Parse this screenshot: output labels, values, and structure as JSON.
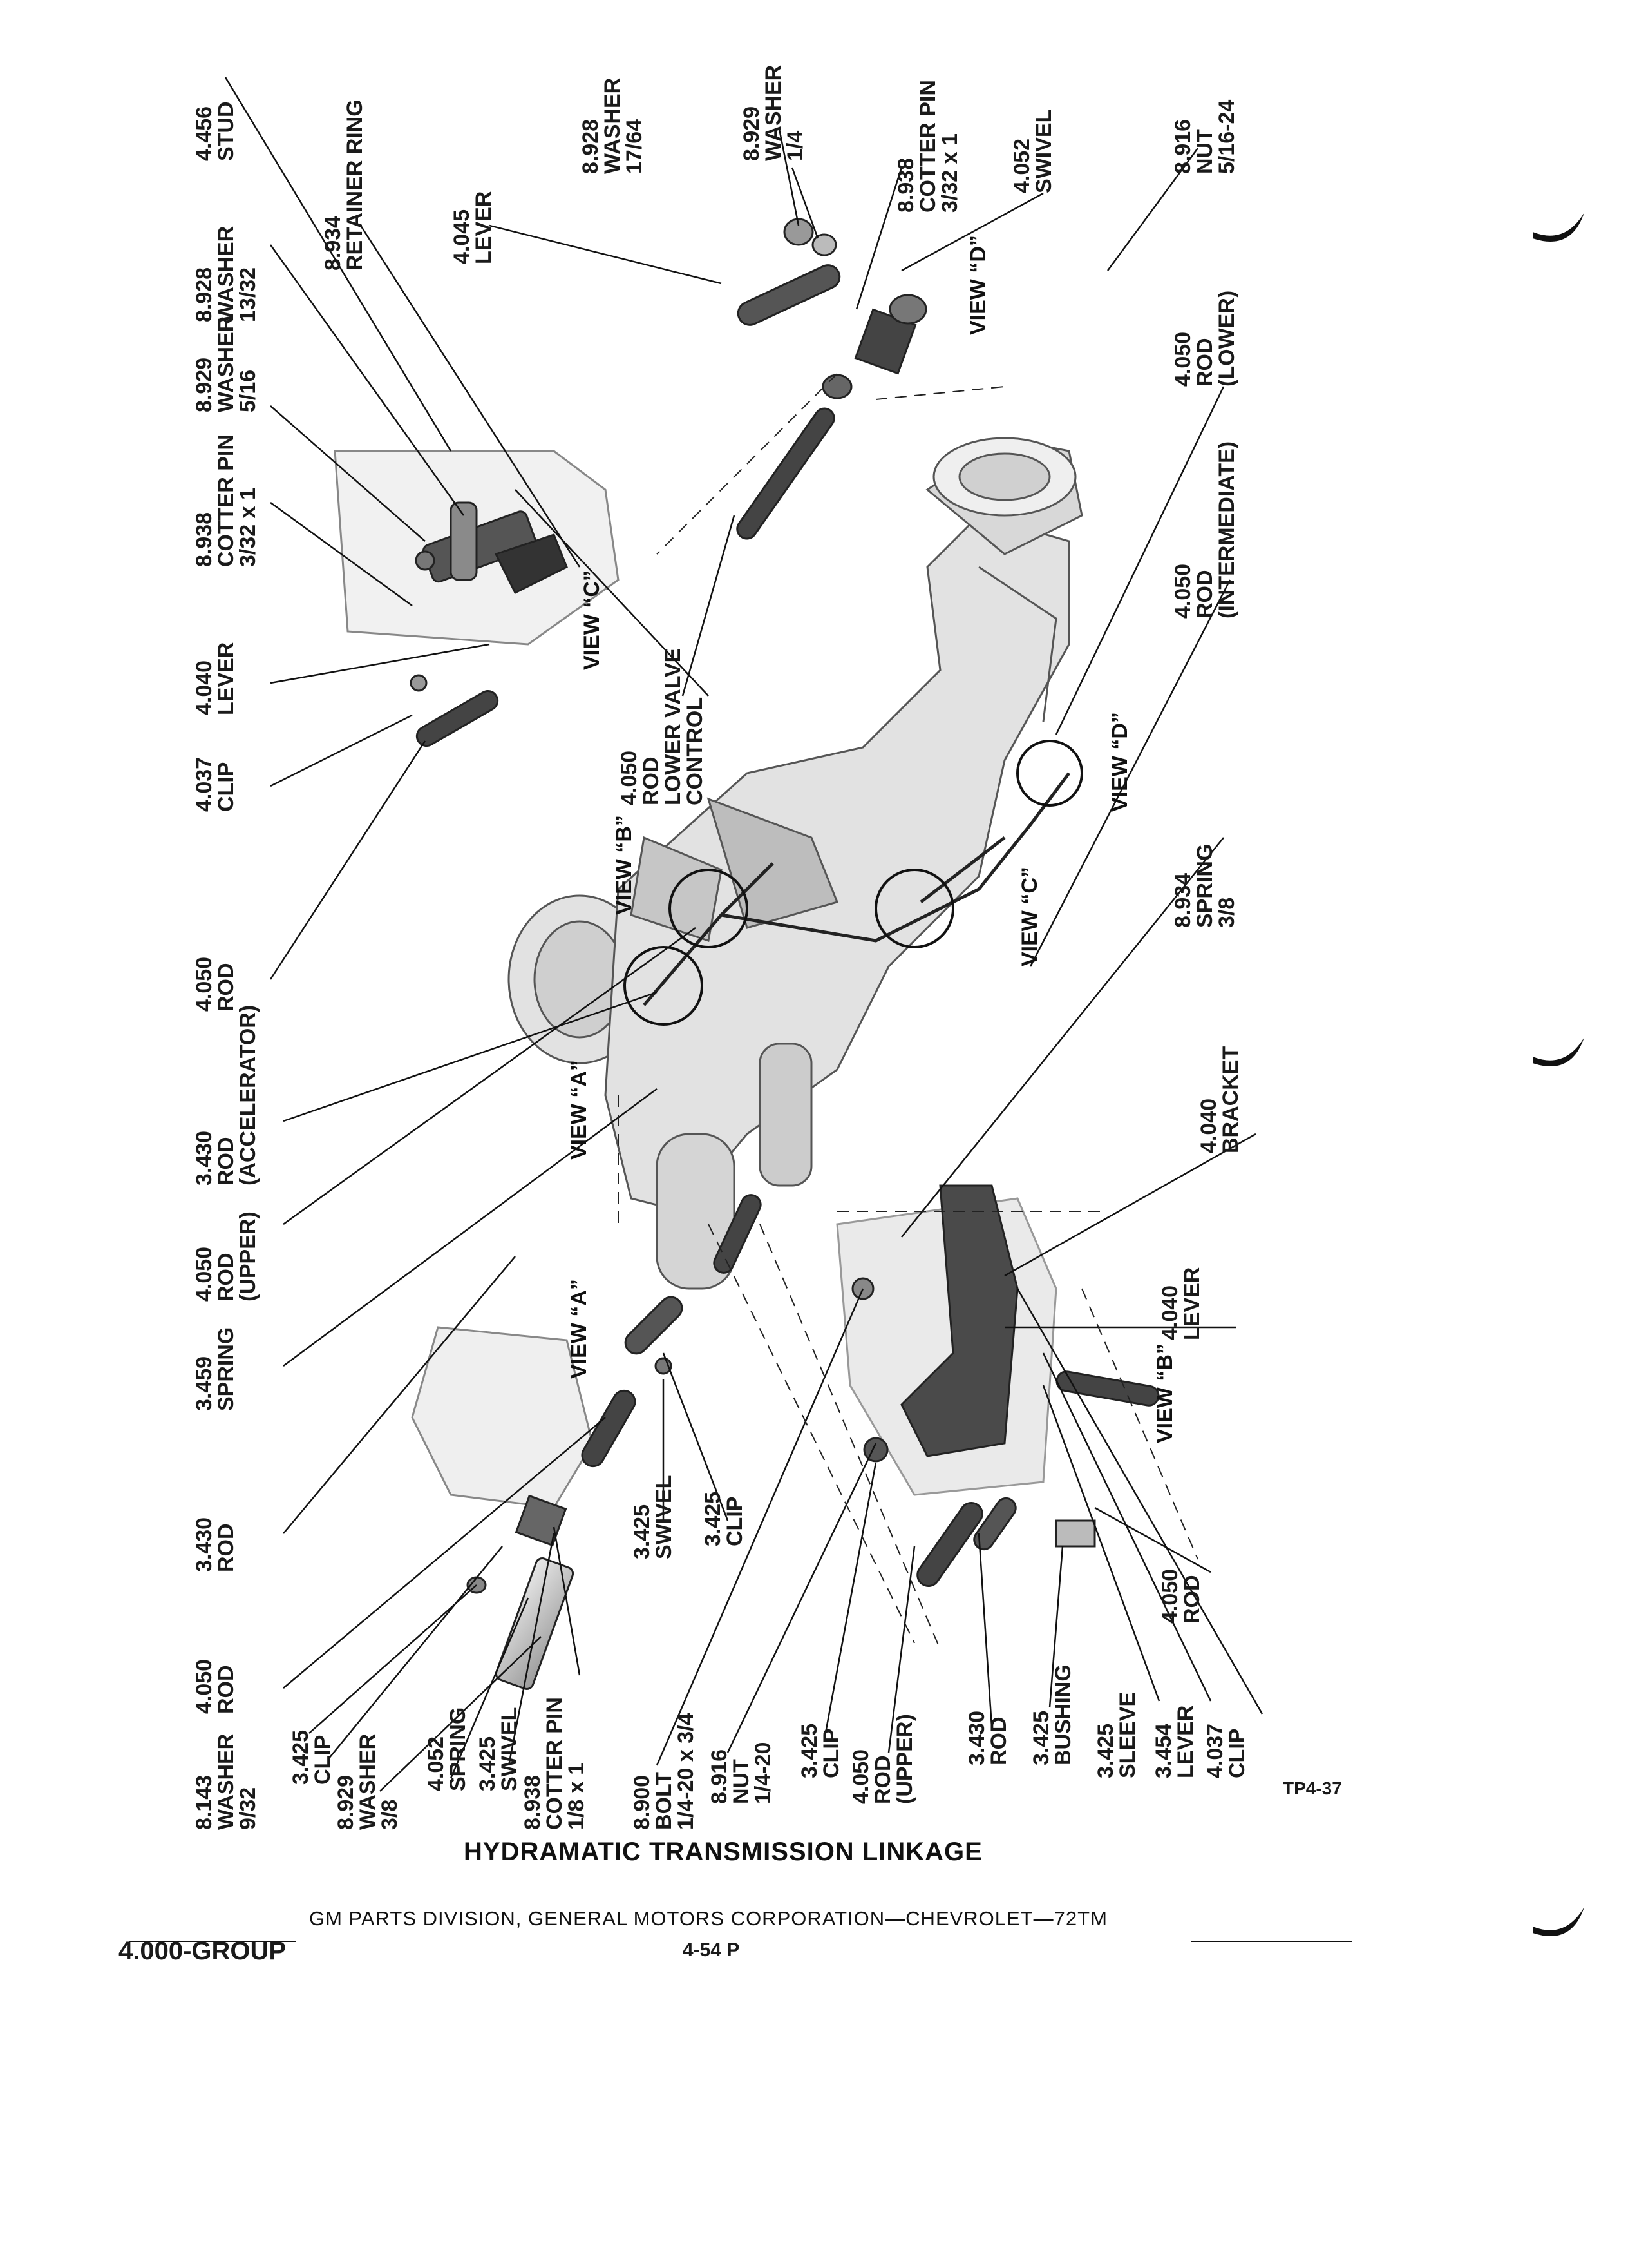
{
  "title": "HYDRAMATIC TRANSMISSION LINKAGE",
  "figure_code": "TP4-37",
  "footer": "GM PARTS DIVISION, GENERAL MOTORS CORPORATION—CHEVROLET—72TM",
  "group": "4.000-GROUP",
  "page_number": "4-54 P",
  "views": {
    "view_a_upper": "VIEW “A”",
    "view_a_lower": "VIEW “A”",
    "view_b_upper": "VIEW “B”",
    "view_b_lower": "VIEW “B”",
    "view_c_upper": "VIEW “C”",
    "view_c_lower": "VIEW “C”",
    "view_d_upper": "VIEW “D”",
    "view_d_lower": "VIEW “D”"
  },
  "callouts": [
    {
      "id": "stud",
      "lines": [
        "4.456",
        "STUD"
      ]
    },
    {
      "id": "washer-top-1",
      "lines": [
        "8.928",
        "WASHER",
        "13/32"
      ]
    },
    {
      "id": "retainer-ring",
      "lines": [
        "8.934",
        "RETAINER RING"
      ]
    },
    {
      "id": "washer-top-2",
      "lines": [
        "8.929",
        "WASHER",
        "5/16"
      ]
    },
    {
      "id": "cotter-pin-top-left",
      "lines": [
        "8.938",
        "COTTER PIN",
        "3/32 x 1"
      ]
    },
    {
      "id": "lever-4040-top",
      "lines": [
        "4.040",
        "LEVER"
      ]
    },
    {
      "id": "clip-4037-top",
      "lines": [
        "4.037",
        "CLIP"
      ]
    },
    {
      "id": "rod-4050-left",
      "lines": [
        "4.050",
        "ROD"
      ]
    },
    {
      "id": "rod-accelerator",
      "lines": [
        "3.430",
        "ROD",
        "(ACCELERATOR)"
      ]
    },
    {
      "id": "rod-upper-4050",
      "lines": [
        "4.050",
        "ROD",
        "(UPPER)"
      ]
    },
    {
      "id": "spring-3459",
      "lines": [
        "3.459",
        "SPRING"
      ]
    },
    {
      "id": "rod-3430-left",
      "lines": [
        "3.430",
        "ROD"
      ]
    },
    {
      "id": "rod-4050-lower-left",
      "lines": [
        "4.050",
        "ROD"
      ]
    },
    {
      "id": "washer-8143",
      "lines": [
        "8.143",
        "WASHER",
        "9/32"
      ]
    },
    {
      "id": "clip-3425-bottom",
      "lines": [
        "3.425",
        "CLIP"
      ]
    },
    {
      "id": "washer-8929-bottom",
      "lines": [
        "8.929",
        "WASHER",
        "3/8"
      ]
    },
    {
      "id": "spring-4052",
      "lines": [
        "4.052",
        "SPRING"
      ]
    },
    {
      "id": "swivel-3425-bottom",
      "lines": [
        "3.425",
        "SWIVEL"
      ]
    },
    {
      "id": "cotter-pin-bottom",
      "lines": [
        "8.938",
        "COTTER PIN",
        "1/8 x 1"
      ]
    },
    {
      "id": "swivel-3425-mid",
      "lines": [
        "3.425",
        "SWIVEL"
      ]
    },
    {
      "id": "clip-3425-mid",
      "lines": [
        "3.425",
        "CLIP"
      ]
    },
    {
      "id": "bolt-8900",
      "lines": [
        "8.900",
        "BOLT",
        "1/4-20 x 3/4"
      ]
    },
    {
      "id": "nut-8916-bottom",
      "lines": [
        "8.916",
        "NUT",
        "1/4-20"
      ]
    },
    {
      "id": "clip-3425-bottom-2",
      "lines": [
        "3.425",
        "CLIP"
      ]
    },
    {
      "id": "rod-upper-4050-bottom",
      "lines": [
        "4.050",
        "ROD",
        "(UPPER)"
      ]
    },
    {
      "id": "rod-3430-bottom",
      "lines": [
        "3.430",
        "ROD"
      ]
    },
    {
      "id": "bushing-3425",
      "lines": [
        "3.425",
        "BUSHING"
      ]
    },
    {
      "id": "sleeve-3425",
      "lines": [
        "3.425",
        "SLEEVE"
      ]
    },
    {
      "id": "lever-3454",
      "lines": [
        "3.454",
        "LEVER"
      ]
    },
    {
      "id": "clip-4037-bottom",
      "lines": [
        "4.037",
        "CLIP"
      ]
    },
    {
      "id": "rod-lower-valve",
      "lines": [
        "4.050",
        "ROD",
        "LOWER VALVE",
        "CONTROL"
      ]
    },
    {
      "id": "washer-8928-right",
      "lines": [
        "8.928",
        "WASHER",
        "17/64"
      ]
    },
    {
      "id": "washer-8929-right",
      "lines": [
        "8.929",
        "WASHER",
        "1/4"
      ]
    },
    {
      "id": "lever-4045",
      "lines": [
        "4.045",
        "LEVER"
      ]
    },
    {
      "id": "cotter-pin-right",
      "lines": [
        "8.938",
        "COTTER PIN",
        "3/32 x 1"
      ]
    },
    {
      "id": "swivel-4052",
      "lines": [
        "4.052",
        "SWIVEL"
      ]
    },
    {
      "id": "nut-8916-right",
      "lines": [
        "8.916",
        "NUT",
        "5/16-24"
      ]
    },
    {
      "id": "rod-lower-4050",
      "lines": [
        "4.050",
        "ROD",
        "(LOWER)"
      ]
    },
    {
      "id": "rod-intermediate",
      "lines": [
        "4.050",
        "ROD",
        "(INTERMEDIATE)"
      ]
    },
    {
      "id": "spring-8934",
      "lines": [
        "8.934",
        "SPRING",
        "3/8"
      ]
    },
    {
      "id": "bracket-4040",
      "lines": [
        "4.040",
        "BRACKET"
      ]
    },
    {
      "id": "lever-4040-bottom",
      "lines": [
        "4.040",
        "LEVER"
      ]
    },
    {
      "id": "rod-4050-bottom-right",
      "lines": [
        "4.050",
        "ROD"
      ]
    }
  ]
}
